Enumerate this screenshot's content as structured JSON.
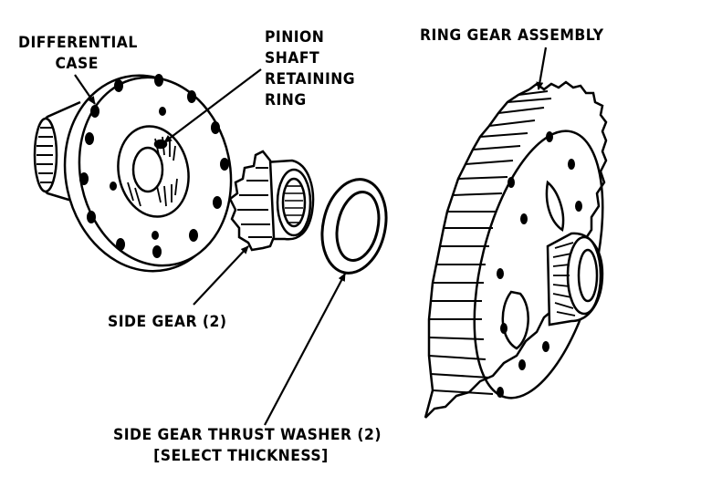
{
  "diagram": {
    "labels": {
      "differential_case": [
        "DIFFERENTIAL",
        "CASE"
      ],
      "pinion_shaft_retaining_ring": [
        "PINION",
        "SHAFT",
        "RETAINING",
        "RING"
      ],
      "ring_gear_assembly": "RING GEAR ASSEMBLY",
      "side_gear": "SIDE GEAR (2)",
      "side_gear_thrust_washer": [
        "SIDE GEAR THRUST WASHER (2)",
        "[SELECT THICKNESS]"
      ]
    },
    "components": {
      "differential_case": "differential-case",
      "pinion_shaft_retaining_ring": "pinion-shaft-retaining-ring",
      "side_gear": "side-gear",
      "thrust_washer": "thrust-washer",
      "ring_gear": "ring-gear-assembly"
    },
    "colors": {
      "ink": "#000000",
      "paper": "#ffffff"
    }
  }
}
